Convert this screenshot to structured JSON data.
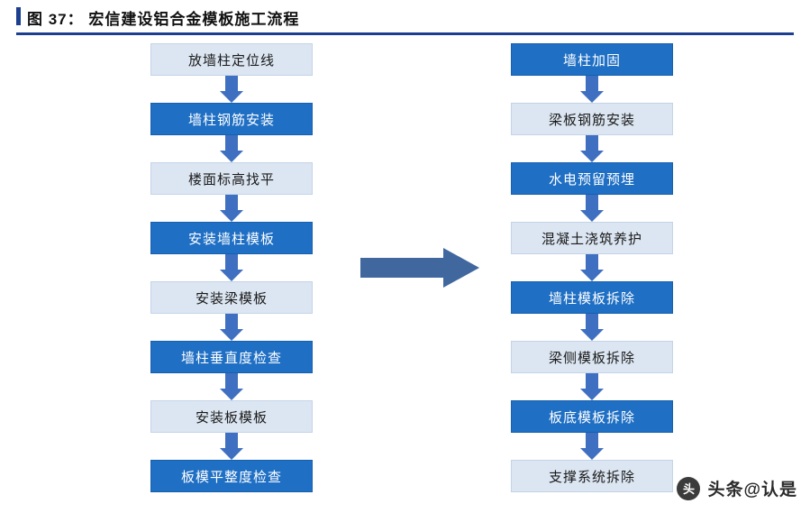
{
  "title": {
    "label": "图 37： 宏信建设铝合金模板施工流程"
  },
  "colors": {
    "accent": "#1d3f8f",
    "node_dark_bg": "#1f6fc4",
    "node_light_bg": "#dce6f2",
    "arrow": "#3f6fc0",
    "big_arrow": "#41679f"
  },
  "flow": {
    "left_column": [
      {
        "label": "放墙柱定位线",
        "style": "light"
      },
      {
        "label": "墙柱钢筋安装",
        "style": "dark"
      },
      {
        "label": "楼面标高找平",
        "style": "light"
      },
      {
        "label": "安装墙柱模板",
        "style": "dark"
      },
      {
        "label": "安装梁模板",
        "style": "light"
      },
      {
        "label": "墙柱垂直度检查",
        "style": "dark"
      },
      {
        "label": "安装板模板",
        "style": "light"
      },
      {
        "label": "板模平整度检查",
        "style": "dark"
      }
    ],
    "right_column": [
      {
        "label": "墙柱加固",
        "style": "dark"
      },
      {
        "label": "梁板钢筋安装",
        "style": "light"
      },
      {
        "label": "水电预留预埋",
        "style": "dark"
      },
      {
        "label": "混凝土浇筑养护",
        "style": "light"
      },
      {
        "label": "墙柱模板拆除",
        "style": "dark"
      },
      {
        "label": "梁侧模板拆除",
        "style": "light"
      },
      {
        "label": "板底模板拆除",
        "style": "dark"
      },
      {
        "label": "支撑系统拆除",
        "style": "light"
      }
    ],
    "connector_arrow": "down-arrow",
    "bridge_arrow": "right-arrow"
  },
  "watermark": {
    "logo": "头",
    "text": "头条@认是"
  }
}
